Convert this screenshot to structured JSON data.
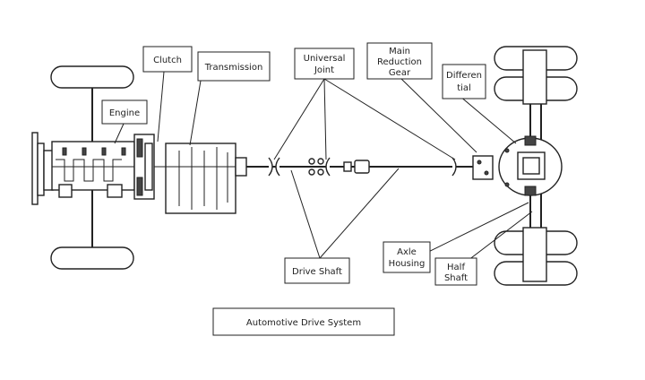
{
  "title": "Automotive Drive System",
  "labels": {
    "engine": "Engine",
    "clutch": "Clutch",
    "transmission": "Transmission",
    "universal_joint": [
      "Universal",
      "Joint"
    ],
    "main_reduction_gear": [
      "Main",
      "Reduction",
      "Gear"
    ],
    "differential": [
      "Differen",
      "tial"
    ],
    "drive_shaft": "Drive Shaft",
    "axle_housing": [
      "Axle",
      "Housing"
    ],
    "half_shaft": [
      "Half",
      "Shaft"
    ]
  }
}
